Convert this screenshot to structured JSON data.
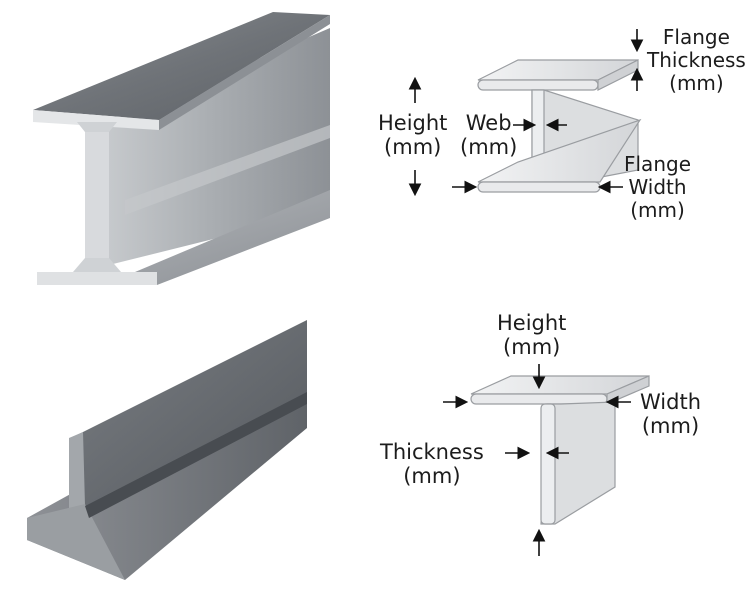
{
  "colors": {
    "steel_light": "#d9dcdf",
    "steel_mid": "#b4b8bc",
    "steel_dark": "#7d8186",
    "diagram_face": "#e6e7e9",
    "diagram_edge": "#9a9da1",
    "arrow": "#111111"
  },
  "i_beam": {
    "height_line1": "Height",
    "height_line2": "(mm)",
    "web_line1": "Web",
    "web_line2": "(mm)",
    "flange_thickness_line1": "Flange",
    "flange_thickness_line2": "Thickness",
    "flange_thickness_line3": "(mm)",
    "flange_width_line1": "Flange",
    "flange_width_line2": "Width",
    "flange_width_line3": "(mm)"
  },
  "t_beam": {
    "height_line1": "Height",
    "height_line2": "(mm)",
    "width_line1": "Width",
    "width_line2": "(mm)",
    "thickness_line1": "Thickness",
    "thickness_line2": "(mm)"
  }
}
